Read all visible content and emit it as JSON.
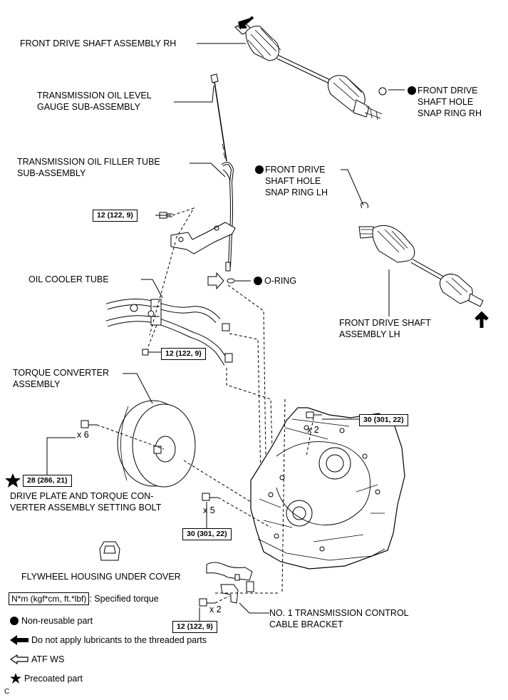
{
  "labels": {
    "rh_shaft": "FRONT DRIVE SHAFT ASSEMBLY RH",
    "rh_snap": "FRONT DRIVE\nSHAFT HOLE\nSNAP RING RH",
    "level_gauge": "TRANSMISSION OIL LEVEL\nGAUGE SUB-ASSEMBLY",
    "filler_tube": "TRANSMISSION OIL FILLER TUBE\nSUB-ASSEMBLY",
    "lh_snap": "FRONT DRIVE\nSHAFT HOLE\nSNAP RING LH",
    "oring": "O-RING",
    "cooler_tube": "OIL COOLER TUBE",
    "lh_shaft": "FRONT DRIVE SHAFT\nASSEMBLY LH",
    "torque_conv": "TORQUE CONVERTER\nASSEMBLY",
    "setting_bolt": "DRIVE PLATE AND TORQUE CON-\nVERTER ASSEMBLY SETTING BOLT",
    "under_cover": "FLYWHEEL HOUSING UNDER COVER",
    "bracket": "NO. 1 TRANSMISSION CONTROL\nCABLE BRACKET"
  },
  "torques": {
    "t1": "12 (122, 9)",
    "t2": "12 (122, 9)",
    "t3": "30 (301, 22)",
    "t4": "28 (286, 21)",
    "t5": "30 (301, 22)",
    "t6": "12 (122, 9)"
  },
  "quantities": {
    "q1": "x 6",
    "q2": "x 2",
    "q3": "x 5",
    "q4": "x 2"
  },
  "legend": {
    "spec_box": "N*m (kgf*cm, ft.*lbf)",
    "spec_text": ": Specified torque",
    "nonreusable": "Non-reusable part",
    "no_lube": "Do not apply lubricants to the threaded parts",
    "atf": "ATF WS",
    "precoated": "Precoated part"
  },
  "corner_code": "C"
}
